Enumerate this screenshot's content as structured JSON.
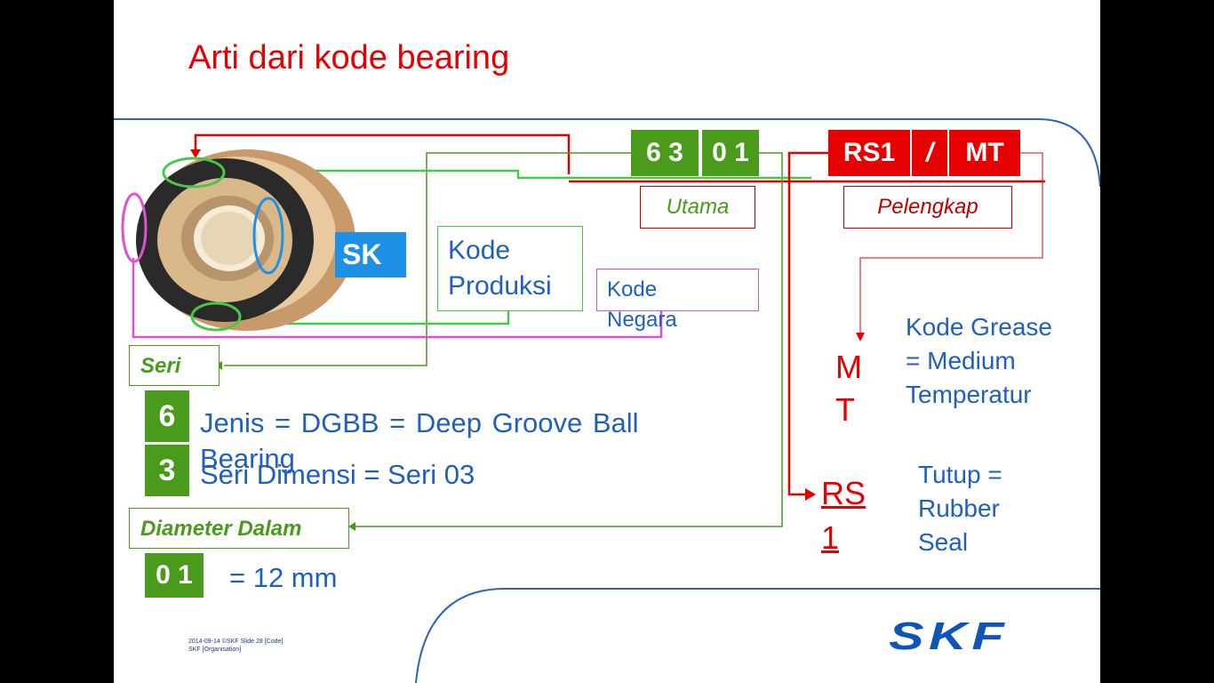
{
  "slide": {
    "title": "Arti dari kode bearing",
    "code_main": [
      "6 3",
      "0 1"
    ],
    "code_supp": [
      "RS1",
      "/",
      "MT"
    ],
    "utama": "Utama",
    "pelengkap": "Pelengkap",
    "sk": "SK",
    "kode_produksi_1": "Kode",
    "kode_produksi_2": "Produksi",
    "kode_negara_1": "Kode",
    "kode_negara_2": "Negara",
    "seri": "Seri",
    "seri_digit_1": "6",
    "seri_digit_2": "3",
    "jenis_line1": "Jenis = DGBB = Deep Groove Ball",
    "jenis_line2": "Bearing",
    "seri_dimensi": "Seri Dimensi = Seri 03",
    "diameter_dalam": "Diameter Dalam",
    "diameter_code": "0 1",
    "diameter_value": "= 12 mm",
    "mt_1": "M",
    "mt_2": "T",
    "grease_1": "Kode Grease",
    "grease_2": "= Medium",
    "grease_3": "Temperatur",
    "rs_1": "RS",
    "rs_2": "1",
    "tutup_1": "Tutup =",
    "tutup_2": "Rubber",
    "tutup_3": "Seal",
    "footer_1": "2014-09-14     ©SKF       Slide 28   [Code]",
    "footer_2": "SKF [Organisation]",
    "logo": "SKF"
  },
  "colors": {
    "red": "#e60000",
    "green": "#4a9a1c",
    "blue": "#1f5fbf",
    "pink": "#e050d0",
    "lightgreen": "#48c848",
    "skf_blue": "#0f55b8",
    "sk_box": "#1e90e6"
  }
}
